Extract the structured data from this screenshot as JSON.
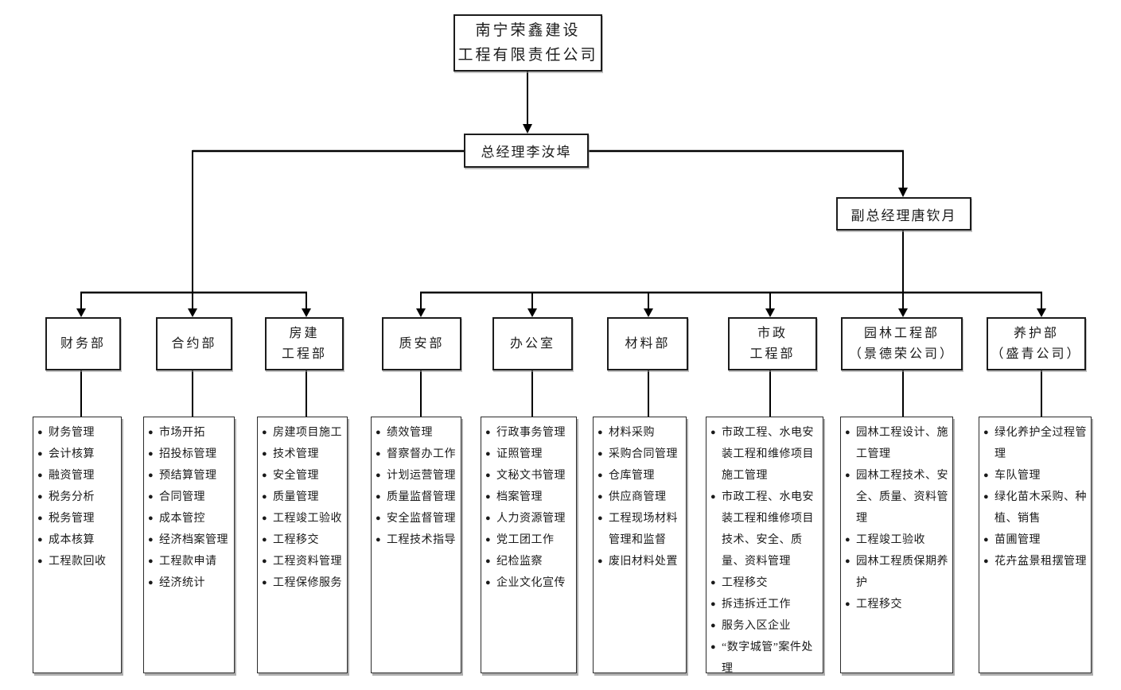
{
  "company": {
    "name": "南宁荣鑫建设\n工程有限责任公司"
  },
  "general_manager": {
    "label": "总经理李汝埠"
  },
  "deputy_general_manager": {
    "label": "副总经理唐钦月"
  },
  "departments": [
    {
      "name": "财务部",
      "items": [
        "财务管理",
        "会计核算",
        "融资管理",
        "税务分析",
        "税务管理",
        "成本核算",
        "工程款回收"
      ]
    },
    {
      "name": "合约部",
      "items": [
        "市场开拓",
        "招投标管理",
        "预结算管理",
        "合同管理",
        "成本管控",
        "经济档案管理",
        "工程款申请",
        "经济统计"
      ]
    },
    {
      "name": "房建\n工程部",
      "items": [
        "房建项目施工",
        "技术管理",
        "安全管理",
        "质量管理",
        "工程竣工验收",
        "工程移交",
        "工程资料管理",
        "工程保修服务"
      ]
    },
    {
      "name": "质安部",
      "items": [
        "绩效管理",
        "督察督办工作",
        "计划运营管理",
        "质量监督管理",
        "安全监督管理",
        "工程技术指导"
      ]
    },
    {
      "name": "办公室",
      "items": [
        "行政事务管理",
        "证照管理",
        "文秘文书管理",
        "档案管理",
        "人力资源管理",
        "党工团工作",
        "纪检监察",
        "企业文化宣传"
      ]
    },
    {
      "name": "材料部",
      "items": [
        "材料采购",
        "采购合同管理",
        "仓库管理",
        "供应商管理",
        "工程现场材料管理和监督",
        "废旧材料处置"
      ]
    },
    {
      "name": "市政\n工程部",
      "items": [
        "市政工程、水电安装工程和维修项目施工管理",
        "市政工程、水电安装工程和维修项目技术、安全、质量、资料管理",
        "工程移交",
        "拆违拆迁工作",
        "服务入区企业",
        "“数字城管”案件处理"
      ]
    },
    {
      "name": "园林工程部\n（景德荣公司）",
      "items": [
        "园林工程设计、施工管理",
        "园林工程技术、安全、质量、资料管理",
        "工程竣工验收",
        "园林工程质保期养护",
        "工程移交"
      ]
    },
    {
      "name": "养护部\n（盛青公司）",
      "items": [
        "绿化养护全过程管理",
        "车队管理",
        "绿化苗木采购、种植、销售",
        "苗圃管理",
        "花卉盆景租摆管理"
      ]
    }
  ],
  "colors": {
    "line": "#000000",
    "border": "#1c1c1c",
    "background": "#ffffff"
  }
}
